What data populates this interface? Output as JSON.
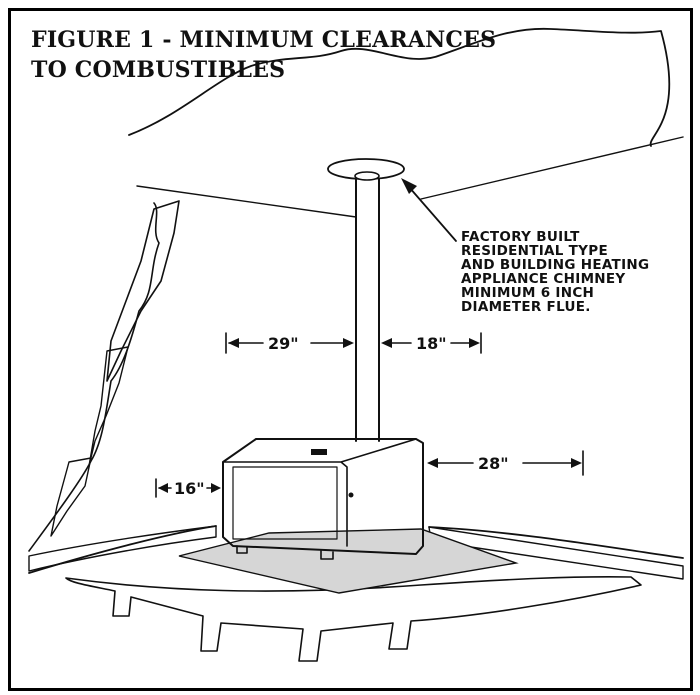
{
  "figure": {
    "title_line1": "FIGURE 1 - MINIMUM CLEARANCES",
    "title_line2": "TO COMBUSTIBLES"
  },
  "callout": {
    "lines": [
      "FACTORY BUILT",
      "RESIDENTIAL TYPE",
      "AND BUILDING HEATING",
      "APPLIANCE CHIMNEY",
      "MINIMUM 6 INCH",
      "DIAMETER FLUE."
    ]
  },
  "clearances": {
    "left_of_flue": "29\"",
    "right_of_flue": "18\"",
    "side_wall": "16\"",
    "rear_wall": "28\""
  },
  "colors": {
    "ink": "#111111",
    "paper": "#ffffff",
    "floor_pad": "#d6d6d6"
  }
}
